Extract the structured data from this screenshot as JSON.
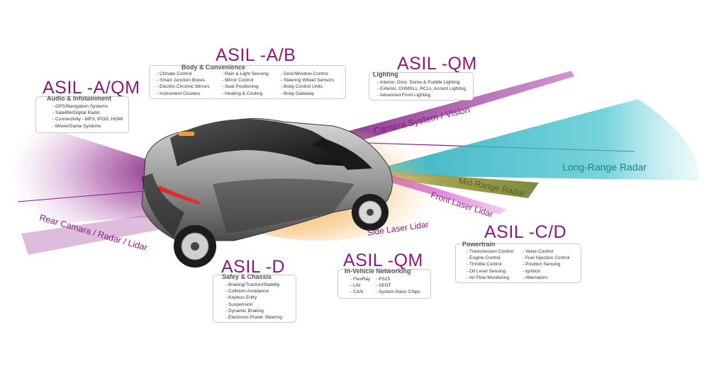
{
  "colors": {
    "accent": "#8b1a80",
    "purple": "#8b1a80",
    "teal": "#2fb8c4",
    "orange": "#f3a33a",
    "olive": "#8a8f35"
  },
  "sensor_labels": {
    "camera": "Camera System / Vision",
    "long_range_radar": "Long-Range Radar",
    "mid_range_radar": "Mid-Range Radar",
    "front_laser_lidar": "Front Laser Lidar",
    "side_laser_lidar": "Side Laser Lidar",
    "rear": "Rear Camara / Radar / Lidar"
  },
  "groups": {
    "audio": {
      "asil": "ASIL -A/QM",
      "category": "Audio & Infotainment",
      "col1": [
        "- GPS/Navigation Systems",
        "- Satellite/Digital Radio",
        "- Connectivity - MP3, IPOD, HDMI",
        "- Movie/Game Systems"
      ]
    },
    "body": {
      "asil": "ASIL -A/B",
      "category": "Body & Convenience",
      "col1": [
        "- Climate Control",
        "- Smart Junction Boxes",
        "- Electric-Chromic Mirrors",
        "- Instrument Clusters"
      ],
      "col2": [
        "- Rain & Light Sensing",
        "- Mirror Control",
        "- Seat Positioning",
        "- Heating & Cooling"
      ],
      "col3": [
        "- Door/Window Control",
        "- Steering Wheel Sensors",
        "- Body Control Units",
        "- Body Gateway"
      ]
    },
    "lighting": {
      "asil": "ASIL -QM",
      "category": "Lighting",
      "col1": [
        "- Interior, Door, Dome & Puddle Lighting",
        "- Exterior, CHMSLs, RCLs, Accent Lighting",
        "- Advanced Front Lighting"
      ]
    },
    "powertrain": {
      "asil": "ASIL -C/D",
      "category": "Powertrain",
      "col1": [
        "- Transmission Control",
        "- Engine Control",
        "- Throttle Control",
        "- Oil Level Sensing",
        "- Air Flow Monitoring"
      ],
      "col2": [
        "- Valve Control",
        "- Fuel Injection Control",
        "- Position Sensing",
        "- Ignition",
        "- Alternators"
      ]
    },
    "networking": {
      "asil": "ASIL -QM",
      "category": "In-Vehicle Networking",
      "col1": [
        "- FlexRay",
        "- LIN",
        "- CAN"
      ],
      "col2": [
        "- PS15",
        "- SENT",
        "- System Basis Chips"
      ]
    },
    "safety": {
      "asil": "ASIL -D",
      "category": "Safey & Chassis",
      "col1": [
        "- Braking/Traction/Stability",
        "- Collision Avoidance",
        "- Keyless Entry",
        "- Suspension",
        "- Dynamic Braking",
        "- Electronic Power Steering"
      ]
    }
  }
}
